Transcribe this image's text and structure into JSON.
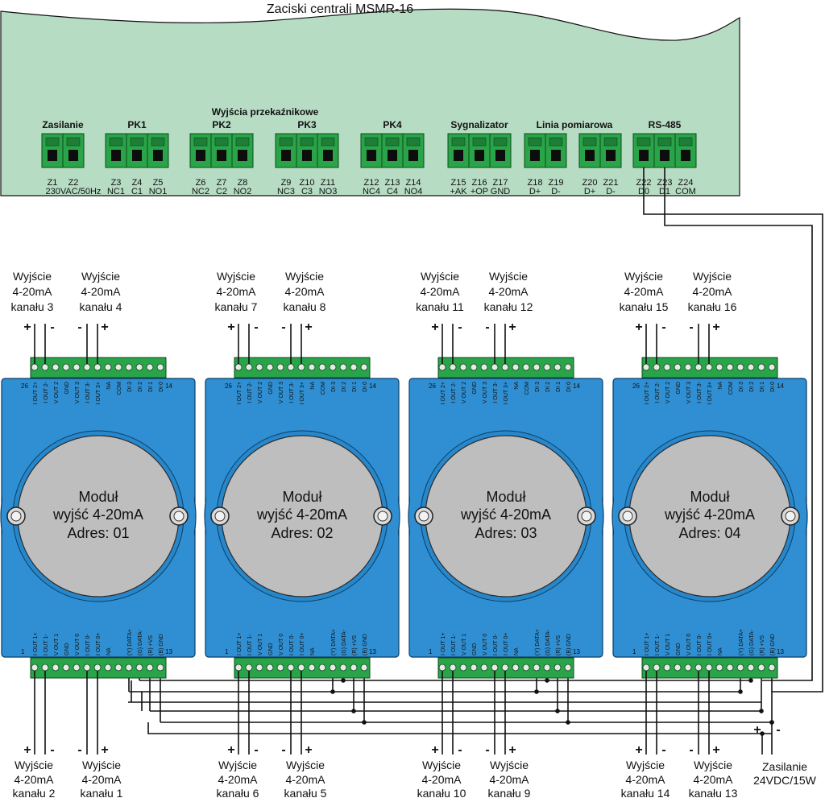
{
  "title": "Zaciski centrali MSMR-16",
  "relay_outputs_label": "Wyjścia przekaźnikowe",
  "colors": {
    "panel": "#b7dcc4",
    "terminal": "#2aa448",
    "module_body": "#2f8fd2",
    "module_disc": "#bebebe",
    "wire": "#111111"
  },
  "groups": [
    {
      "label": "Zasilanie",
      "count": 2
    },
    {
      "label": "PK1",
      "count": 3
    },
    {
      "label": "PK2",
      "count": 3
    },
    {
      "label": "PK3",
      "count": 3
    },
    {
      "label": "PK4",
      "count": 3
    },
    {
      "label": "Sygnalizator",
      "count": 3
    },
    {
      "label": "Linia pomiarowa",
      "count": 4
    },
    {
      "label": "RS-485",
      "count": 3
    }
  ],
  "terminals": [
    {
      "id": "Z1",
      "sig": ""
    },
    {
      "id": "Z2",
      "sig": ""
    },
    {
      "id": "Z3",
      "sig": "NC1"
    },
    {
      "id": "Z4",
      "sig": "C1"
    },
    {
      "id": "Z5",
      "sig": "NO1"
    },
    {
      "id": "Z6",
      "sig": "NC2"
    },
    {
      "id": "Z7",
      "sig": "C2"
    },
    {
      "id": "Z8",
      "sig": "NO2"
    },
    {
      "id": "Z9",
      "sig": "NC3"
    },
    {
      "id": "Z10",
      "sig": "C3"
    },
    {
      "id": "Z11",
      "sig": "NO3"
    },
    {
      "id": "Z12",
      "sig": "NC4"
    },
    {
      "id": "Z13",
      "sig": "C4"
    },
    {
      "id": "Z14",
      "sig": "NO4"
    },
    {
      "id": "Z15",
      "sig": "+AK"
    },
    {
      "id": "Z16",
      "sig": "+OP"
    },
    {
      "id": "Z17",
      "sig": "GND"
    },
    {
      "id": "Z18",
      "sig": "D+"
    },
    {
      "id": "Z19",
      "sig": "D-"
    },
    {
      "id": "Z20",
      "sig": "D+"
    },
    {
      "id": "Z21",
      "sig": "D-"
    },
    {
      "id": "Z22",
      "sig": "D0"
    },
    {
      "id": "Z23",
      "sig": "D1"
    },
    {
      "id": "Z24",
      "sig": "COM"
    }
  ],
  "power_terminal_sig": "230VAC/50Hz",
  "module": {
    "line1": "Moduł",
    "line2": "wyjść 4-20mA",
    "addr_prefix": "Adres: ",
    "top_pins": [
      "I OUT 2+",
      "I OUT 2-",
      "V OUT 2",
      "GND",
      "V OUT 3",
      "I OUT 3-",
      "I OUT 3+",
      "NA",
      "COM",
      "DI 3",
      "DI 2",
      "DI 1",
      "DI 0"
    ],
    "bottom_pins": [
      "I OUT 1+",
      "I OUT 1-",
      "V OUT 1",
      "GND",
      "V OUT 0",
      "I OUT 0-",
      "I OUT 0+",
      "NA",
      "(Y) DATA+",
      "(G) DATA-",
      "(R) +VS",
      "(B) GND"
    ],
    "top_left_num": "26",
    "top_right_num": "14",
    "bottom_left_num": "1",
    "bottom_right_num": "13"
  },
  "modules": [
    {
      "addr": "01",
      "top_a": "kanału 3",
      "top_b": "kanału 4",
      "bot_a": "kanału 2",
      "bot_b": "kanału 1"
    },
    {
      "addr": "02",
      "top_a": "kanału 7",
      "top_b": "kanału 8",
      "bot_a": "kanału 6",
      "bot_b": "kanału 5"
    },
    {
      "addr": "03",
      "top_a": "kanału 11",
      "top_b": "kanału 12",
      "bot_a": "kanału 10",
      "bot_b": "kanału 9"
    },
    {
      "addr": "04",
      "top_a": "kanału 15",
      "top_b": "kanału 16",
      "bot_a": "kanału 14",
      "bot_b": "kanału 13"
    }
  ],
  "output_word": "Wyjście",
  "output_type": "4-20mA",
  "plus": "+",
  "minus": "-",
  "power_supply": {
    "line1": "Zasilanie",
    "line2": "24VDC/15W"
  }
}
